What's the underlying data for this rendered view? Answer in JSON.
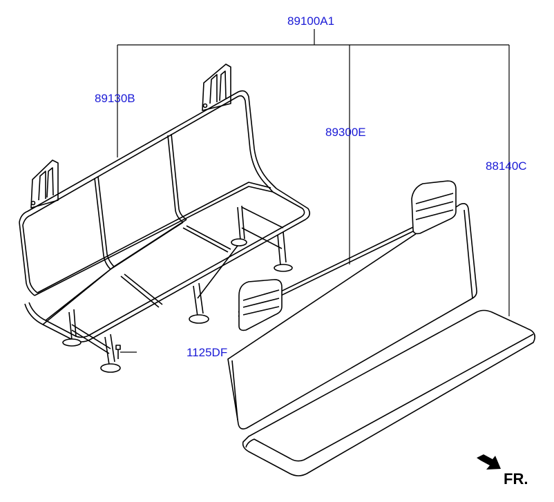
{
  "diagram": {
    "parts": [
      {
        "id": "assembly",
        "number": "89100A1"
      },
      {
        "id": "frame",
        "number": "89130B"
      },
      {
        "id": "back",
        "number": "89300E"
      },
      {
        "id": "cushion",
        "number": "88140C"
      },
      {
        "id": "bolt",
        "number": "1125DF"
      }
    ],
    "direction_label": "FR.",
    "colors": {
      "callout_text": "#1a1ad6",
      "line": "#000000"
    },
    "icons": {
      "direction": "front-direction-arrow-icon"
    }
  }
}
